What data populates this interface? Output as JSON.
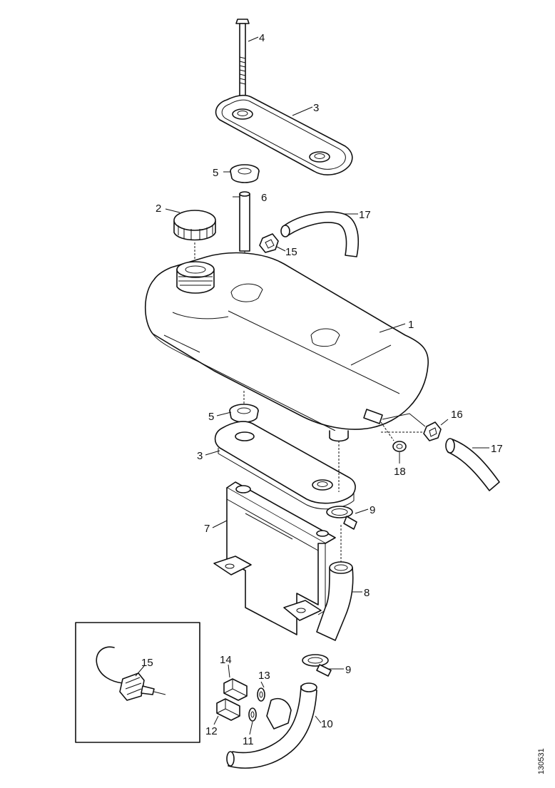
{
  "diagram": {
    "callouts": {
      "c1": "1",
      "c2": "2",
      "c3_top": "3",
      "c3_bottom": "3",
      "c4": "4",
      "c5_top": "5",
      "c5_bottom": "5",
      "c6": "6",
      "c7": "7",
      "c8": "8",
      "c9_upper": "9",
      "c9_lower": "9",
      "c10": "10",
      "c11": "11",
      "c12": "12",
      "c13": "13",
      "c14": "14",
      "c15_top": "15",
      "c15_inset": "15",
      "c16": "16",
      "c17_top": "17",
      "c17_right": "17",
      "c18": "18"
    },
    "figure_code": "130531"
  }
}
